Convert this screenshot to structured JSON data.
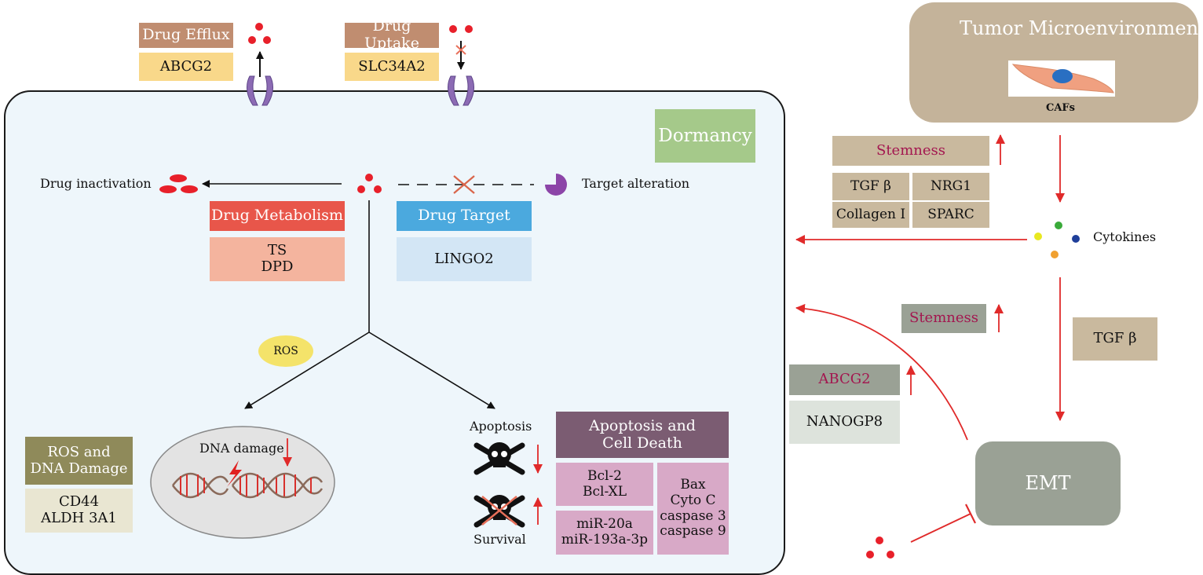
{
  "colors": {
    "cell_fill": "#eef6fb",
    "tme_fill": "#c4b39a",
    "drug_red": "#e8202a",
    "arrow_red": "#e02a2a",
    "efflux_header": "#c08d70",
    "yellow_box": "#f9d88a",
    "dormancy": "#a5c98a",
    "metabolism_header": "#e8564a",
    "metabolism_body": "#f4b49e",
    "target_header": "#4ba9de",
    "target_body": "#d3e6f5",
    "ros_header": "#8f8a5a",
    "ros_body": "#e9e6d2",
    "apoptosis_header": "#7b5c72",
    "apoptosis_body": "#d8a9c7",
    "stemness_box": "#c9b99e",
    "stemness_text": "#a3164f",
    "emt_fill": "#9aa195",
    "nanogp8_body": "#dde3dc",
    "receptor": "#8c6bb4"
  },
  "transport": {
    "efflux": {
      "title": "Drug Efflux",
      "gene": "ABCG2"
    },
    "uptake": {
      "title": "Drug Uptake",
      "gene": "SLC34A2"
    }
  },
  "cell": {
    "dormancy": "Dormancy",
    "drug_inactivation": "Drug inactivation",
    "target_alteration": "Target alteration",
    "metabolism": {
      "title": "Drug Metabolism",
      "genes": [
        "TS",
        "DPD"
      ]
    },
    "target": {
      "title": "Drug Target",
      "genes": [
        "LINGO2"
      ]
    },
    "ros_bubble": "ROS",
    "ros_dna": {
      "title_lines": [
        "ROS and",
        "DNA Damage"
      ],
      "genes": [
        "CD44",
        "ALDH 3A1"
      ]
    },
    "dna_damage": "DNA damage",
    "apoptosis_label": "Apoptosis",
    "survival_label": "Survival",
    "apoptosis_panel": {
      "title_lines": [
        "Apoptosis and",
        "Cell Death"
      ],
      "left_top": [
        "Bcl-2",
        "Bcl-XL"
      ],
      "left_bottom": [
        "miR-20a",
        "miR-193a-3p"
      ],
      "right": [
        "Bax",
        "Cyto C",
        "caspase 3",
        "caspase 9"
      ]
    }
  },
  "tme": {
    "title": "Tumor Microenvironment",
    "cell_label": "CAFs",
    "stemness_top": {
      "title": "Stemness",
      "genes": [
        "TGF β",
        "NRG1",
        "Collagen I",
        "SPARC"
      ]
    },
    "cytokines": "Cytokines",
    "stemness_mid": "Stemness",
    "abcg2": {
      "title": "ABCG2",
      "gene": "NANOGP8"
    },
    "tgf": "TGF β",
    "emt": "EMT"
  }
}
